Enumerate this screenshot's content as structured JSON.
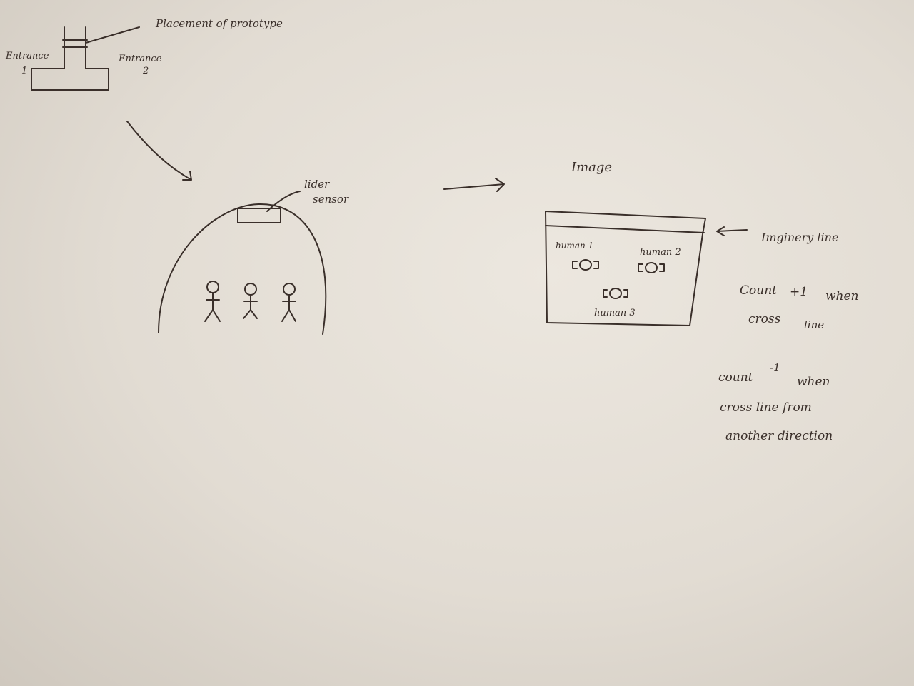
{
  "floor_plan": {
    "placement_label": "Placement of prototype",
    "entrance_1_label": "Entrance",
    "entrance_1_number": "1",
    "entrance_2_label": "Entrance",
    "entrance_2_number": "2"
  },
  "tunnel": {
    "sensor_label_line1": "lider",
    "sensor_label_line2": "sensor"
  },
  "image_view": {
    "title": "Image",
    "imaginary_line_label": "Imginery line",
    "human_1": "human 1",
    "human_2": "human 2",
    "human_3": "human 3"
  },
  "rules": {
    "plus_line1_a": "Count",
    "plus_line1_b": "+1",
    "plus_line1_c": "when",
    "plus_line2_a": "cross",
    "plus_line2_b": "line",
    "minus_line1_a": "count",
    "minus_line1_b": "-1",
    "minus_line1_c": "when",
    "minus_line2": "cross line from",
    "minus_line3": "another direction"
  }
}
